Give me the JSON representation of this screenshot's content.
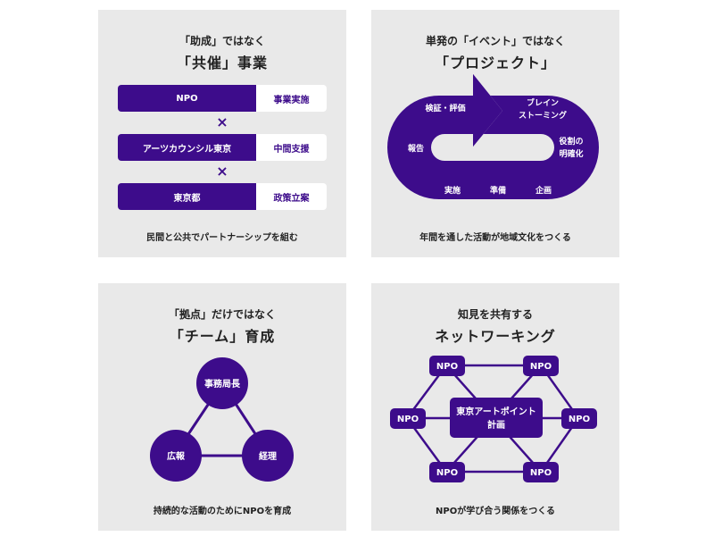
{
  "colors": {
    "accent": "#3d0c8b",
    "panel_bg": "#e9e9e9",
    "white": "#ffffff"
  },
  "panel1": {
    "line1": "「助成」ではなく",
    "line2": "「共催」事業",
    "rows": [
      {
        "left": "NPO",
        "right": "事業実施"
      },
      {
        "left": "アーツカウンシル東京",
        "right": "中間支援"
      },
      {
        "left": "東京都",
        "right": "政策立案"
      }
    ],
    "connector": "×",
    "caption": "民間と公共でパートナーシップを組む"
  },
  "panel2": {
    "line1": "単発の「イベント」ではなく",
    "line2": "「プロジェクト」",
    "cycle": {
      "brainstorm_line1": "ブレイン",
      "brainstorm_line2": "ストーミング",
      "roles_line1": "役割の",
      "roles_line2": "明確化",
      "planning": "企画",
      "preparation": "準備",
      "implementation": "実施",
      "report": "報告",
      "review": "検証・評価"
    },
    "caption": "年間を通した活動が地域文化をつくる"
  },
  "panel3": {
    "line1": "「拠点」だけではなく",
    "line2": "「チーム」育成",
    "nodes": {
      "top": "事務局長",
      "left": "広報",
      "right": "経理"
    },
    "caption": "持続的な活動のためにNPOを育成"
  },
  "panel4": {
    "line1": "知見を共有する",
    "line2": "ネットワーキング",
    "npo": "NPO",
    "center_line1": "東京アートポイント",
    "center_line2": "計画",
    "caption": "NPOが学び合う関係をつくる"
  }
}
